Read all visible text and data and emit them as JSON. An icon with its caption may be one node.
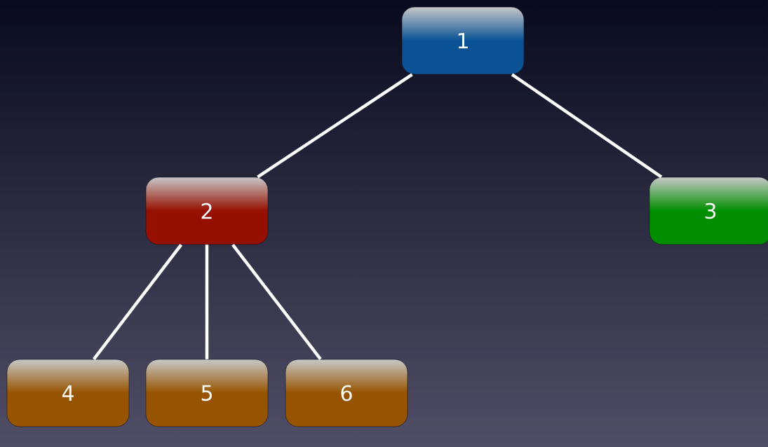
{
  "diagram": {
    "nodes": [
      {
        "text": [
          "1"
        ]
      },
      {
        "text": [
          "2"
        ]
      },
      {
        "text": [
          "3"
        ]
      },
      {
        "text": [
          "4"
        ]
      },
      {
        "text": [
          "5"
        ]
      },
      {
        "text": [
          "6"
        ]
      }
    ],
    "edges": [
      {
        "from": 0,
        "to": 1,
        "arrow": "none"
      },
      {
        "from": 0,
        "to": 2,
        "arrow": "none"
      },
      {
        "from": 1,
        "to": 3,
        "arrow": "none"
      },
      {
        "from": 1,
        "to": 4,
        "arrow": "none"
      },
      {
        "from": 1,
        "to": 5,
        "arrow": "none"
      }
    ]
  }
}
